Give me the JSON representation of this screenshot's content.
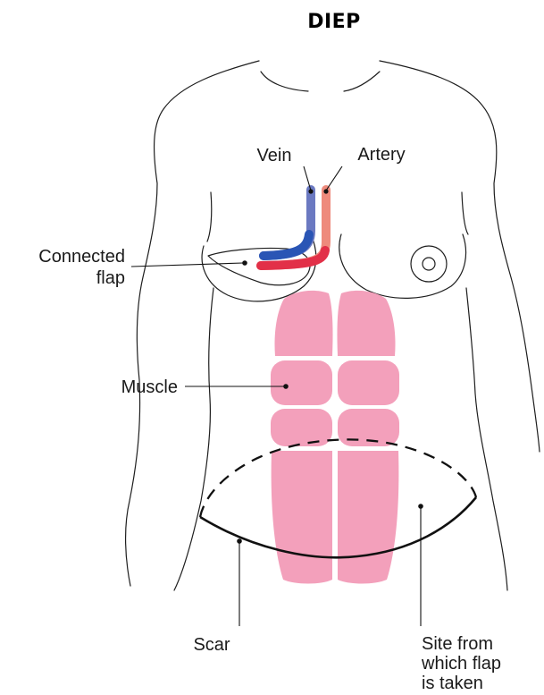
{
  "title": "DIEP",
  "labels": {
    "vein": "Vein",
    "artery": "Artery",
    "connected_flap_line1": "Connected",
    "connected_flap_line2": "flap",
    "muscle": "Muscle",
    "scar": "Scar",
    "site_line1": "Site from",
    "site_line2": "which flap",
    "site_line3": "is taken"
  },
  "colors": {
    "muscle": "#f3a0bb",
    "vein": "#6b79c1",
    "vein_dark": "#2a55b5",
    "artery": "#ee8a7c",
    "artery_dark": "#e23048",
    "outline": "#1e1e1e"
  }
}
